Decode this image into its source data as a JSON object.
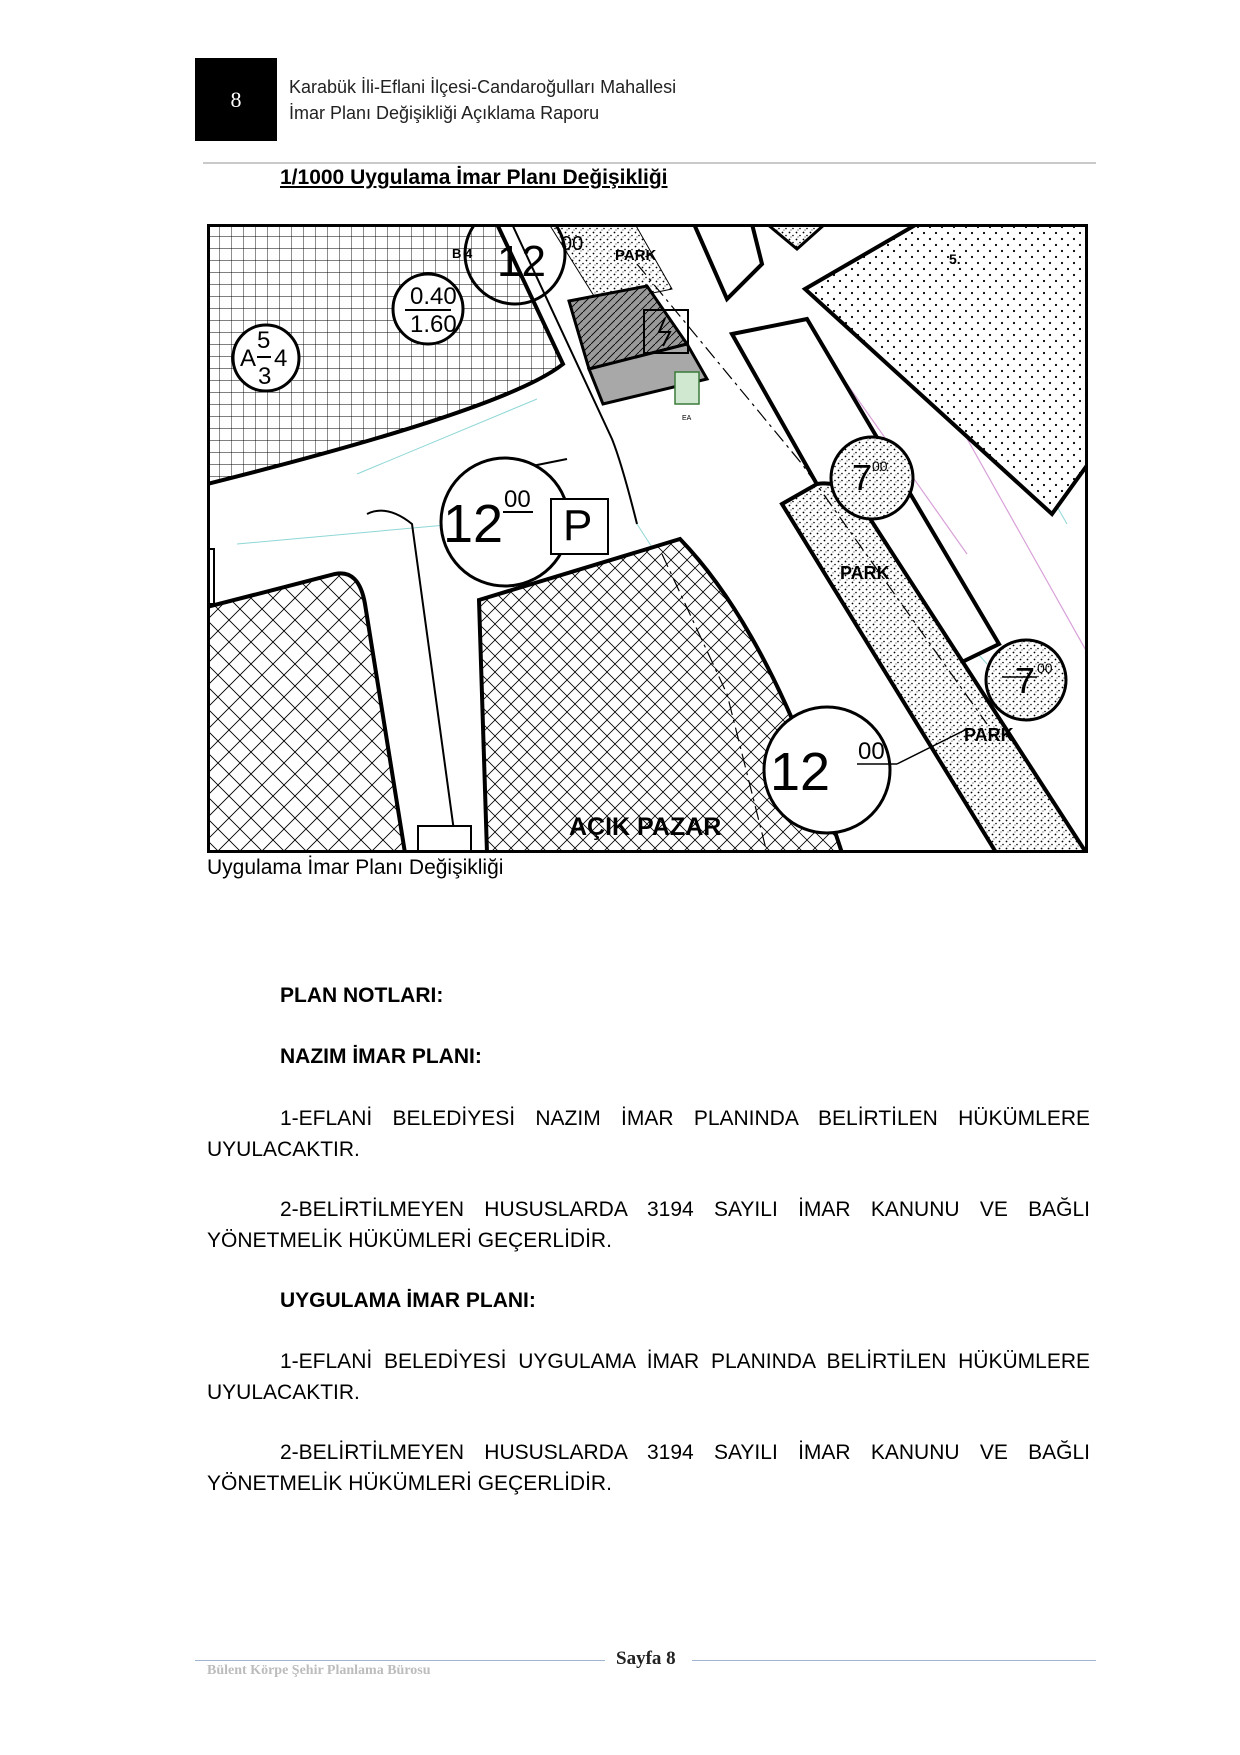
{
  "header": {
    "page_number": "8",
    "line1": "Karabük İli-Eflani İlçesi-Candaroğulları Mahallesi",
    "line2": "İmar Planı Değişikliği Açıklama Raporu"
  },
  "plan_title": "1/1000 Uygulama İmar Planı Değişikliği",
  "map": {
    "labels": {
      "park_top": "PARK",
      "park_mid": "PARK",
      "park_right": "PARK",
      "acik_pazar": "AÇIK PAZAR",
      "road_width_main": "12",
      "road_width_main_sup": "00",
      "road_width_lower": "12",
      "road_width_lower_sup": "00",
      "road_width_top": "12",
      "road_width_top_sup": "00",
      "road_width_small1": "7",
      "road_width_small1_sup": "00",
      "road_width_small2": "7",
      "road_width_small2_sup": "00",
      "taks": "0.40",
      "kaks": "1.60",
      "zone_a_top": "5",
      "zone_a_letter": "A",
      "zone_a_right": "4",
      "zone_a_bottom": "3",
      "parking": "P",
      "block_code": "B 4",
      "block_number": "5.",
      "ea_label": "EA"
    },
    "colors": {
      "hatch": "#000000",
      "road_fill": "#ffffff",
      "cadastre": "#8fd6d6",
      "pink_line": "#d8a0d8",
      "grey_fill": "#9a9a9a"
    }
  },
  "caption": "Uygulama İmar Planı Değişikliği",
  "notes": {
    "heading": "PLAN NOTLARI:",
    "nazim": {
      "heading": "NAZIM İMAR PLANI:",
      "items": [
        "1-EFLANİ BELEDİYESİ NAZIM İMAR PLANINDA BELİRTİLEN HÜKÜMLERE UYULACAKTIR.",
        "2-BELİRTİLMEYEN HUSUSLARDA 3194 SAYILI İMAR KANUNU VE BAĞLI YÖNETMELİK HÜKÜMLERİ GEÇERLİDİR."
      ]
    },
    "uygulama": {
      "heading": "UYGULAMA İMAR PLANI:",
      "items": [
        "1-EFLANİ BELEDİYESİ UYGULAMA İMAR PLANINDA BELİRTİLEN HÜKÜMLERE UYULACAKTIR.",
        "2-BELİRTİLMEYEN HUSUSLARDA 3194 SAYILI İMAR KANUNU VE BAĞLI YÖNETMELİK HÜKÜMLERİ GEÇERLİDİR."
      ]
    }
  },
  "footer": {
    "page_label": "Sayfa 8",
    "firm": "Bülent Körpe Şehir Planlama Bürosu"
  }
}
